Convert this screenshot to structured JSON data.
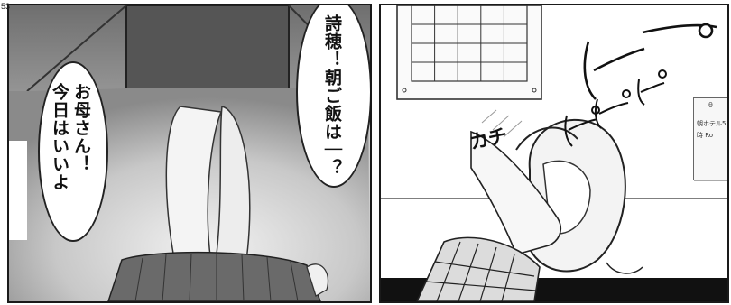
{
  "page": {
    "number": "53"
  },
  "left_panel": {
    "speech_mother": "詩穂！朝ご飯は｜？",
    "speech_daughter": "お母さん！\n今日はいいよ"
  },
  "right_panel": {
    "sfx_beep_large": "ピー",
    "sfx_beep_small": [
      "ピ",
      "ピ",
      "ピ"
    ],
    "sfx_click": "カチ",
    "note_card": {
      "pin": "θ",
      "text": "朝ホテル5時 Ro"
    }
  }
}
